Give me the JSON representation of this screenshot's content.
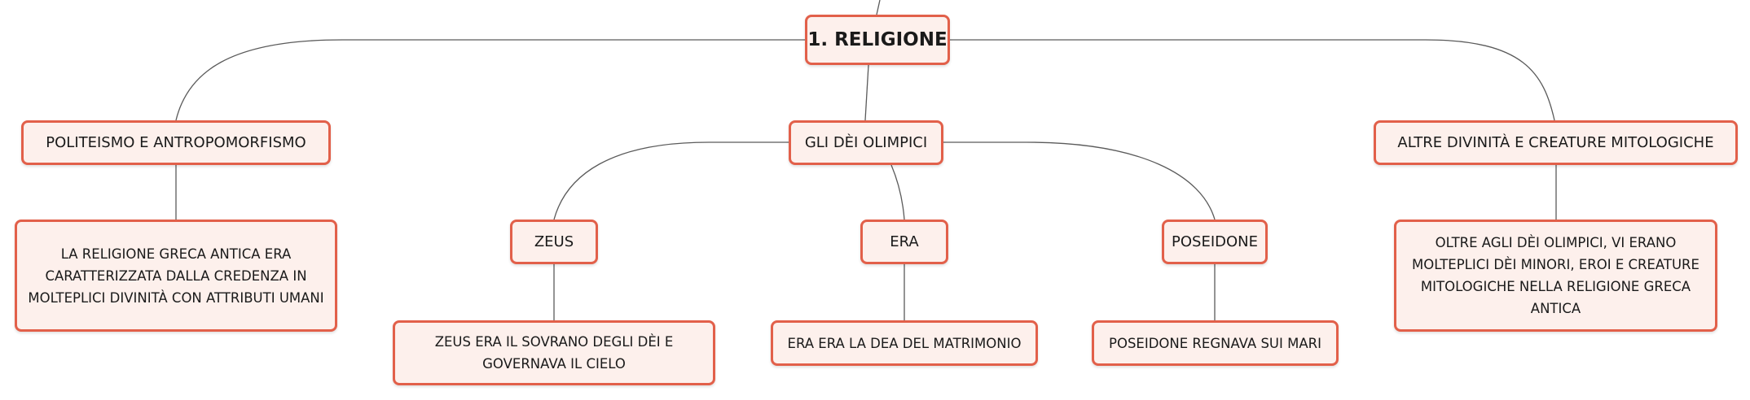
{
  "diagram": {
    "root": {
      "label": "1. RELIGIONE"
    },
    "branches": [
      {
        "label": "POLITEISMO E ANTROPOMORFISMO",
        "description": "LA RELIGIONE GRECA ANTICA ERA CARATTERIZZATA DALLA CREDENZA IN MOLTEPLICI DIVINITÀ CON ATTRIBUTI UMANI"
      },
      {
        "label": "GLI DÈI OLIMPICI",
        "children": [
          {
            "label": "ZEUS",
            "description": "ZEUS ERA IL SOVRANO DEGLI DÈI E GOVERNAVA IL CIELO"
          },
          {
            "label": "ERA",
            "description": "ERA ERA LA DEA DEL MATRIMONIO"
          },
          {
            "label": "POSEIDONE",
            "description": "POSEIDONE REGNAVA SUI MARI"
          }
        ]
      },
      {
        "label": "ALTRE DIVINITÀ E CREATURE MITOLOGICHE",
        "description": "OLTRE AGLI DÈI OLIMPICI, VI ERANO MOLTEPLICI DÈI MINORI, EROI E CREATURE MITOLOGICHE NELLA RELIGIONE GRECA ANTICA"
      }
    ]
  },
  "colors": {
    "node_border": "#e2604a",
    "node_fill": "#fdf0ec",
    "connector": "#5a5a5a",
    "text": "#1a1a1a"
  }
}
